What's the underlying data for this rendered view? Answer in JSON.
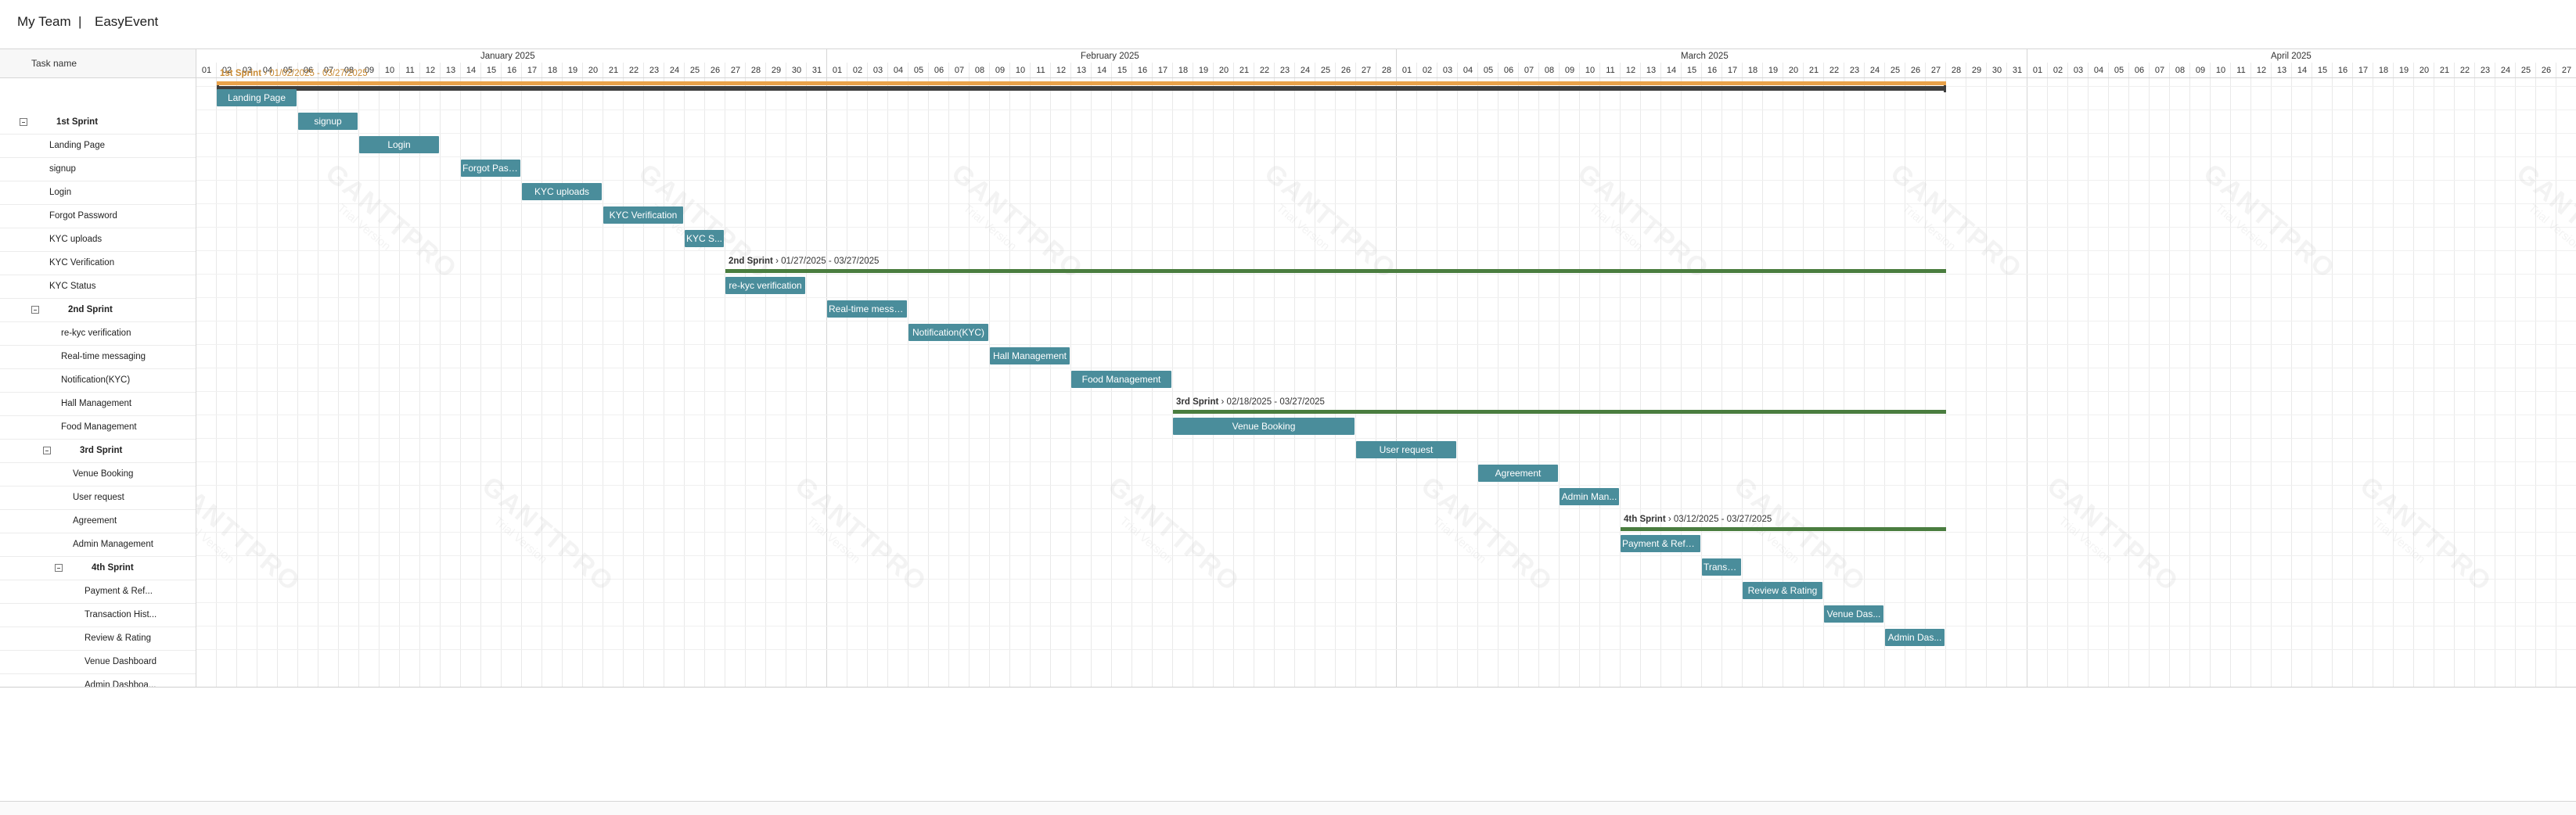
{
  "header": {
    "team": "My Team",
    "separator": "|",
    "project": "EasyEvent"
  },
  "task_panel": {
    "column_header": "Task name"
  },
  "timeline": {
    "months": [
      "January 2025",
      "February 2025",
      "March 2025",
      "April 2025"
    ],
    "first_day": "2025-01-01",
    "last_day": "2025-04-27"
  },
  "watermark": {
    "brand": "GANTTPRO",
    "note": "Trial Version"
  },
  "project_span": {
    "start": "2025-01-02",
    "end": "2025-03-27"
  },
  "tasks": [
    {
      "name": "1st Sprint",
      "type": "group",
      "level": 0,
      "start": "2025-01-02",
      "end": "2025-03-27",
      "range": "01/02/2025 - 03/27/2025",
      "color": "#e9a24a",
      "text_color": "#c98a33"
    },
    {
      "name": "Landing Page",
      "type": "task",
      "level": 1,
      "start": "2025-01-02",
      "end": "2025-01-05",
      "bar_label": "Landing Page"
    },
    {
      "name": "signup",
      "type": "task",
      "level": 1,
      "start": "2025-01-06",
      "end": "2025-01-08",
      "bar_label": "signup"
    },
    {
      "name": "Login",
      "type": "task",
      "level": 1,
      "start": "2025-01-09",
      "end": "2025-01-12",
      "bar_label": "Login"
    },
    {
      "name": "Forgot Password",
      "type": "task",
      "level": 1,
      "start": "2025-01-14",
      "end": "2025-01-16",
      "bar_label": "Forgot Pass..."
    },
    {
      "name": "KYC uploads",
      "type": "task",
      "level": 1,
      "start": "2025-01-17",
      "end": "2025-01-20",
      "bar_label": "KYC uploads"
    },
    {
      "name": "KYC Verification",
      "type": "task",
      "level": 1,
      "start": "2025-01-21",
      "end": "2025-01-24",
      "bar_label": "KYC Verification"
    },
    {
      "name": "KYC Status",
      "type": "task",
      "level": 1,
      "start": "2025-01-25",
      "end": "2025-01-26",
      "bar_label": "KYC S..."
    },
    {
      "name": "2nd Sprint",
      "type": "group",
      "level": 1,
      "start": "2025-01-27",
      "end": "2025-03-27",
      "range": "01/27/2025 - 03/27/2025",
      "color": "#4a7d3f",
      "text_color": "#333333"
    },
    {
      "name": "re-kyc verification",
      "type": "task",
      "level": 2,
      "start": "2025-01-27",
      "end": "2025-01-30",
      "bar_label": "re-kyc verification"
    },
    {
      "name": "Real-time messaging",
      "type": "task",
      "level": 2,
      "start": "2025-02-01",
      "end": "2025-02-04",
      "bar_label": "Real-time messa..."
    },
    {
      "name": "Notification(KYC)",
      "type": "task",
      "level": 2,
      "start": "2025-02-05",
      "end": "2025-02-08",
      "bar_label": "Notification(KYC)"
    },
    {
      "name": "Hall Management",
      "type": "task",
      "level": 2,
      "start": "2025-02-09",
      "end": "2025-02-12",
      "bar_label": "Hall Management"
    },
    {
      "name": "Food Management",
      "type": "task",
      "level": 2,
      "start": "2025-02-13",
      "end": "2025-02-17",
      "bar_label": "Food Management"
    },
    {
      "name": "3rd Sprint",
      "type": "group",
      "level": 2,
      "start": "2025-02-18",
      "end": "2025-03-27",
      "range": "02/18/2025 - 03/27/2025",
      "color": "#4a7d3f",
      "text_color": "#333333"
    },
    {
      "name": "Venue Booking",
      "type": "task",
      "level": 3,
      "start": "2025-02-18",
      "end": "2025-02-26",
      "bar_label": "Venue Booking"
    },
    {
      "name": "User request",
      "type": "task",
      "level": 3,
      "start": "2025-02-27",
      "end": "2025-03-03",
      "bar_label": "User request"
    },
    {
      "name": "Agreement",
      "type": "task",
      "level": 3,
      "start": "2025-03-05",
      "end": "2025-03-08",
      "bar_label": "Agreement"
    },
    {
      "name": "Admin Management",
      "type": "task",
      "level": 3,
      "start": "2025-03-09",
      "end": "2025-03-11",
      "bar_label": "Admin Man..."
    },
    {
      "name": "4th Sprint",
      "type": "group",
      "level": 3,
      "start": "2025-03-12",
      "end": "2025-03-27",
      "range": "03/12/2025 - 03/27/2025",
      "color": "#4a7d3f",
      "text_color": "#333333"
    },
    {
      "name": "Payment & Ref...",
      "type": "task",
      "level": 4,
      "start": "2025-03-12",
      "end": "2025-03-15",
      "bar_label": "Payment & Refund"
    },
    {
      "name": "Transaction Hist...",
      "type": "task",
      "level": 4,
      "start": "2025-03-16",
      "end": "2025-03-17",
      "bar_label": "Transa..."
    },
    {
      "name": "Review & Rating",
      "type": "task",
      "level": 4,
      "start": "2025-03-18",
      "end": "2025-03-21",
      "bar_label": "Review & Rating"
    },
    {
      "name": "Venue Dashboard",
      "type": "task",
      "level": 4,
      "start": "2025-03-22",
      "end": "2025-03-24",
      "bar_label": "Venue Das..."
    },
    {
      "name": "Admin Dashboa...",
      "type": "task",
      "level": 4,
      "start": "2025-03-25",
      "end": "2025-03-27",
      "bar_label": "Admin Das..."
    }
  ]
}
